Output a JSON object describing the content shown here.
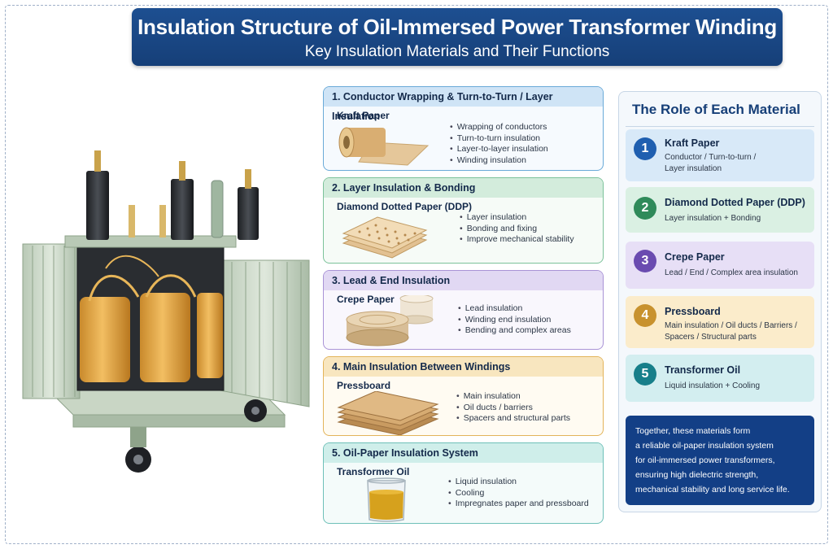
{
  "header": {
    "title": "Insulation Structure of Oil-Immersed Power Transformer Winding",
    "subtitle": "Key Insulation Materials and Their Functions"
  },
  "cards": [
    {
      "heading": "1. Conductor Wrapping & Turn-to-Turn / Layer Insulation",
      "material": "Kraft Paper",
      "bullets": [
        "Wrapping of conductors",
        "Turn-to-turn insulation",
        "Layer-to-layer insulation",
        "Winding insulation"
      ]
    },
    {
      "heading": "2. Layer Insulation & Bonding",
      "material": "Diamond Dotted Paper (DDP)",
      "bullets": [
        "Layer insulation",
        "Bonding and fixing",
        "Improve mechanical stability"
      ]
    },
    {
      "heading": "3. Lead & End Insulation",
      "material": "Crepe Paper",
      "bullets": [
        "Lead insulation",
        "Winding end insulation",
        "Bending and complex areas"
      ]
    },
    {
      "heading": "4. Main Insulation Between Windings",
      "material": "Pressboard",
      "bullets": [
        "Main insulation",
        "Oil ducts / barriers",
        "Spacers and structural parts"
      ]
    },
    {
      "heading": "5. Oil-Paper Insulation System",
      "material": "Transformer Oil",
      "bullets": [
        "Liquid insulation",
        "Cooling",
        "Impregnates paper and pressboard"
      ]
    }
  ],
  "roles": {
    "title": "The Role of Each Material",
    "items": [
      {
        "num": "1",
        "name": "Kraft Paper",
        "desc1": "Conductor / Turn-to-turn /",
        "desc2": "Layer insulation",
        "color": "#1f5fb0"
      },
      {
        "num": "2",
        "name": "Diamond Dotted Paper (DDP)",
        "desc1": "Layer insulation + Bonding",
        "desc2": "",
        "color": "#2f8a5a"
      },
      {
        "num": "3",
        "name": "Crepe Paper",
        "desc1": "Lead / End / Complex area insulation",
        "desc2": "",
        "color": "#6a4bb0"
      },
      {
        "num": "4",
        "name": "Pressboard",
        "desc1": "Main insulation / Oil ducts / Barriers /",
        "desc2": "Spacers / Structural parts",
        "color": "#c8922e"
      },
      {
        "num": "5",
        "name": "Transformer Oil",
        "desc1": "Liquid insulation + Cooling",
        "desc2": "",
        "color": "#177f8a"
      }
    ]
  },
  "summary": {
    "lines": [
      "Together, these materials form",
      "a reliable oil-paper insulation system",
      "for oil-immersed power transformers,",
      "ensuring high dielectric strength,",
      "mechanical stability and long service life."
    ]
  }
}
